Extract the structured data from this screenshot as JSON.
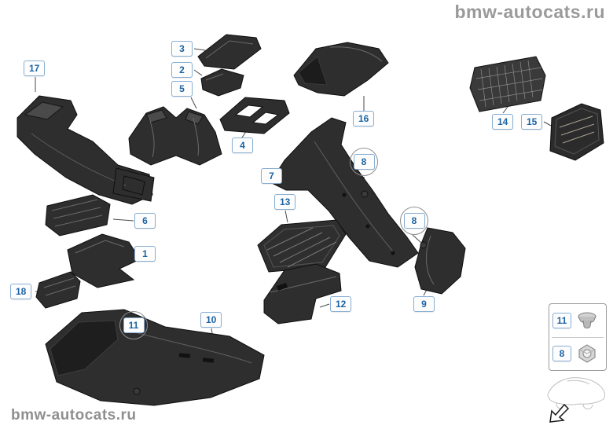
{
  "site": {
    "watermark_top": "bmw-autocats.ru",
    "watermark_bottom": "bmw-autocats.ru"
  },
  "callouts": {
    "c1": "1",
    "c2": "2",
    "c3": "3",
    "c4": "4",
    "c5": "5",
    "c6": "6",
    "c7": "7",
    "c8": "8",
    "c9": "9",
    "c10": "10",
    "c11": "11",
    "c12": "12",
    "c13": "13",
    "c14": "14",
    "c15": "15",
    "c16": "16",
    "c17": "17",
    "c18": "18"
  },
  "legend": {
    "items": [
      {
        "label": "11",
        "icon": "grommet-icon"
      },
      {
        "label": "8",
        "icon": "nut-icon"
      }
    ]
  },
  "colors": {
    "callout_text": "#1b63a4",
    "callout_border": "#89aed2",
    "part_fill": "#2e2e2e",
    "watermark": "#9a9a9a"
  }
}
